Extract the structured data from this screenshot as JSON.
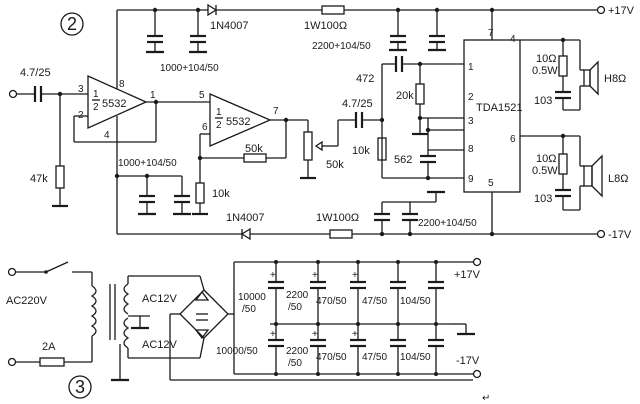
{
  "diagram": {
    "amp_circuit": {
      "section_number": "2",
      "supply_pos": "+17V",
      "supply_neg": "-17V",
      "diode_top": "1N4007",
      "diode_bottom": "1N4007",
      "resistor_top": "1W100Ω",
      "resistor_bottom": "1W100Ω",
      "cap_pos_small": "1000+104/50",
      "cap_neg_small": "1000+104/50",
      "cap_pos_big": "2200+104/50",
      "cap_neg_big": "2200+104/50",
      "input_cap": "4.7/25",
      "input_res": "47k",
      "opamp1": {
        "half": "1",
        "den": "2",
        "part": "5532",
        "pins": [
          "3",
          "2",
          "8",
          "4",
          "1"
        ]
      },
      "opamp2": {
        "half": "1",
        "den": "2",
        "part": "5532",
        "pins": [
          "5",
          "6",
          "7"
        ]
      },
      "feedback_res": "50k",
      "gnd_res": "10k",
      "volume_pot": "50k",
      "coupling_cap": "4.7/25",
      "cap_472": "472",
      "res_20k": "20k",
      "res_10k": "10k",
      "cap_562": "562",
      "ic": {
        "name": "TDA1521",
        "pins": [
          "7",
          "1",
          "2",
          "3",
          "8",
          "9",
          "5",
          "4",
          "6"
        ]
      },
      "zobel_res_top": "10Ω",
      "zobel_pow_top": "0.5W",
      "zobel_cap_top": "103",
      "zobel_res_bottom": "10Ω",
      "zobel_pow_bottom": "0.5W",
      "zobel_cap_bottom": "103",
      "speaker_high": "H8Ω",
      "speaker_low": "L8Ω"
    },
    "power_supply": {
      "section_number": "3",
      "mains": "AC220V",
      "fuse": "2A",
      "sec_top": "AC12V",
      "sec_bottom": "AC12V",
      "filter_top": [
        "10000",
        "/50"
      ],
      "filter_bottom": "10000/50",
      "caps_top": [
        "2200",
        "/50",
        "470/50",
        "47/50",
        "104/50"
      ],
      "caps_bottom": [
        "2200",
        "/50",
        "470/50",
        "47/50",
        "104/50"
      ],
      "out_pos": "+17V",
      "out_neg": "-17V",
      "pol_mark": "+"
    },
    "return_mark": "↵"
  }
}
